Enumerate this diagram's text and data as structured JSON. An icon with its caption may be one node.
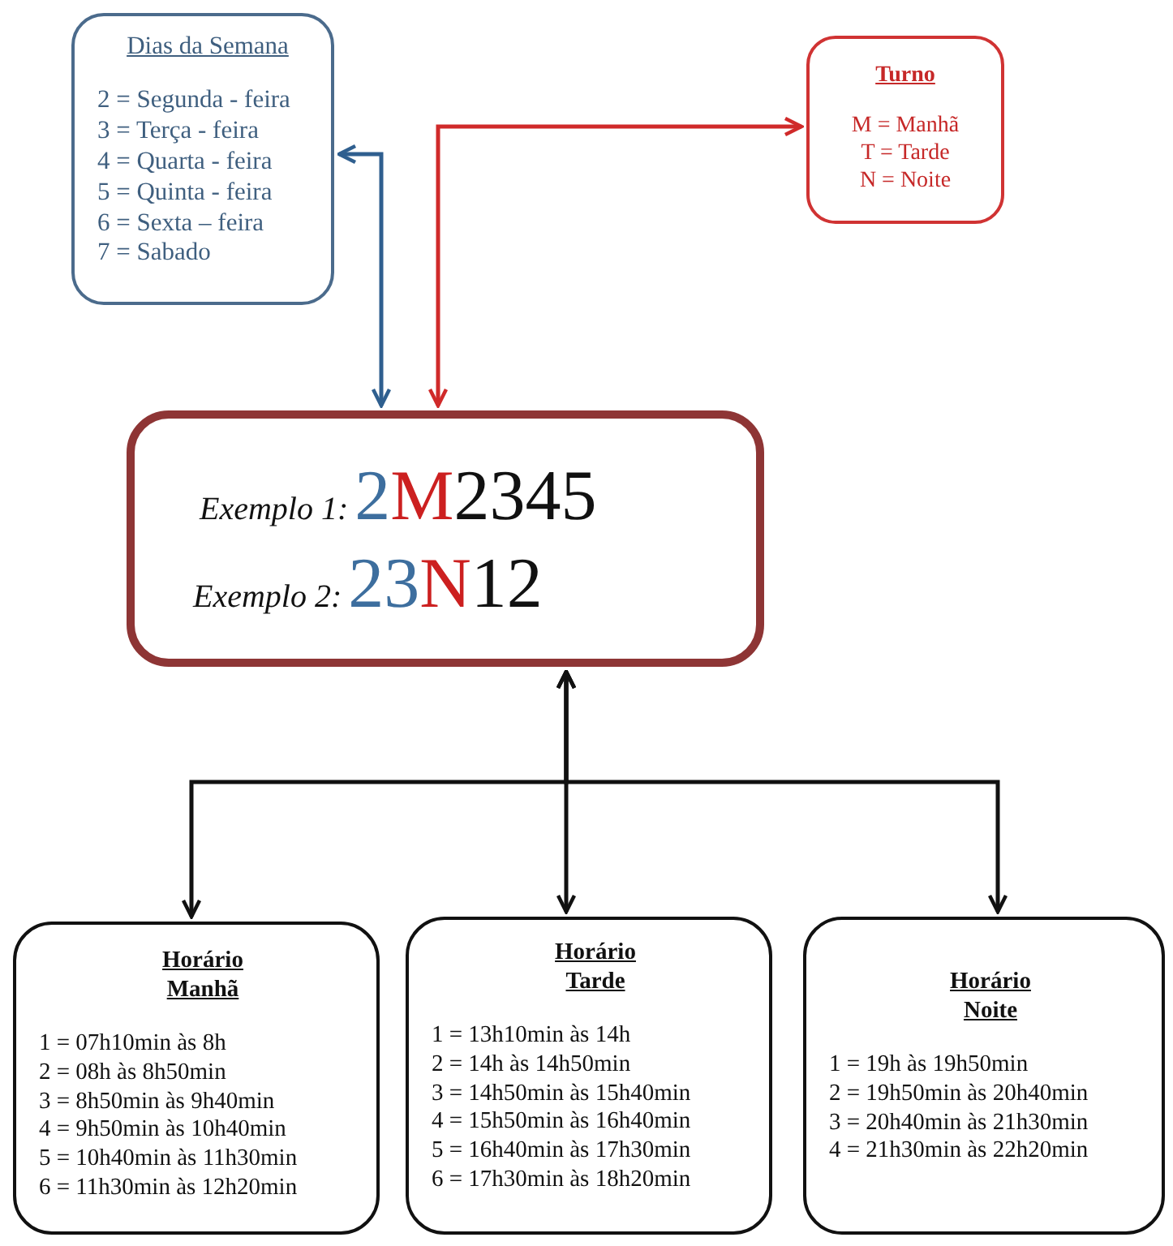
{
  "diagram": {
    "nodes": [
      {
        "text": [
          "Dias da Semana",
          "2 = Segunda - feira",
          "3 = Terça - feira",
          "4 = Quarta - feira",
          "5 = Quinta - feira",
          "6 = Sexta – feira",
          "7 = Sabado"
        ]
      },
      {
        "text": [
          "Turno",
          "M = Manhã",
          "T = Tarde",
          "N = Noite"
        ]
      },
      {
        "text": [
          "Exemplo 1:",
          "2M2345",
          "Exemplo 2:",
          "23N12"
        ]
      },
      {
        "text": [
          "Horário Manhã",
          "1 = 07h10min às 8h",
          "2 = 08h às 8h50min",
          "3 = 8h50min às 9h40min",
          "4 = 9h50min às 10h40min",
          "5 = 10h40min às 11h30min",
          "6 = 11h30min às 12h20min"
        ]
      },
      {
        "text": [
          "Horário Tarde",
          "1 = 13h10min às 14h",
          "2 = 14h às 14h50min",
          "3 = 14h50min às 15h40min",
          "4 = 15h50min às 16h40min",
          "5 = 16h40min às 17h30min",
          "6 = 17h30min às 18h20min"
        ]
      },
      {
        "text": [
          "Horário Noite",
          "1 = 19h às 19h50min",
          "2 = 19h50min às 20h40min",
          "3 = 20h40min às 21h30min",
          "4 = 21h30min às 22h20min"
        ]
      }
    ],
    "edges": [
      {
        "from": 2,
        "to": 0,
        "arrow": "both",
        "color": "#2f5f8f"
      },
      {
        "from": 2,
        "to": 1,
        "arrow": "both",
        "color": "#d02a2a"
      },
      {
        "from": 2,
        "to": 3,
        "arrow": "both"
      },
      {
        "from": 2,
        "to": 4,
        "arrow": "both"
      },
      {
        "from": 2,
        "to": 5,
        "arrow": "both"
      }
    ]
  }
}
